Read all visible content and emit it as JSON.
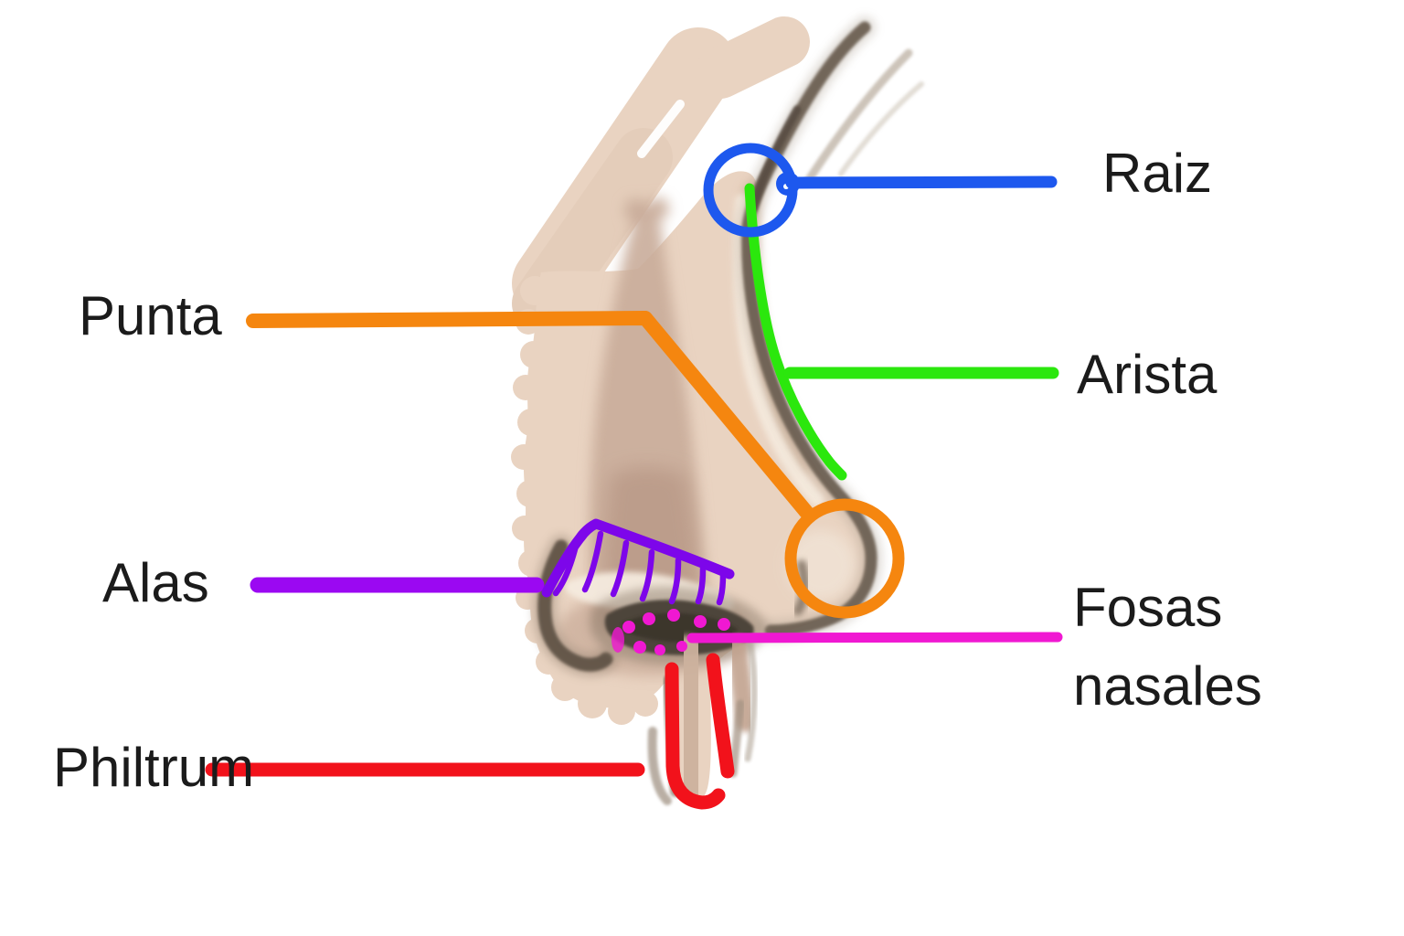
{
  "figure": {
    "background": "#ffffff",
    "text_color": "#1b1b1b",
    "description_labels_language": "Spanish"
  },
  "labels": {
    "raiz": {
      "text": "Raiz",
      "color": "#1d58ee"
    },
    "punta": {
      "text": "Punta",
      "color": "#f5860f"
    },
    "arista": {
      "text": "Arista",
      "color": "#2be70d"
    },
    "alas": {
      "text": "Alas",
      "color": "#9b08f2"
    },
    "fosas_nasales": {
      "text": "Fosas nasales",
      "color": "#f018d2"
    },
    "philtrum": {
      "text": "Philtrum",
      "color": "#f2121b"
    }
  },
  "sketch_palette": {
    "skin_base": "#e9d3c1",
    "skin_mid": "#dec6b2",
    "skin_shadow": "#c9ac9a",
    "skin_deep": "#b69583",
    "ridge_dark": "#6d6052",
    "nostril_dark": "#4e453b",
    "nostril_deepest": "#3b342c",
    "alas_outline": "#7d06ea",
    "highlight_cream": "#f5ebdf"
  }
}
